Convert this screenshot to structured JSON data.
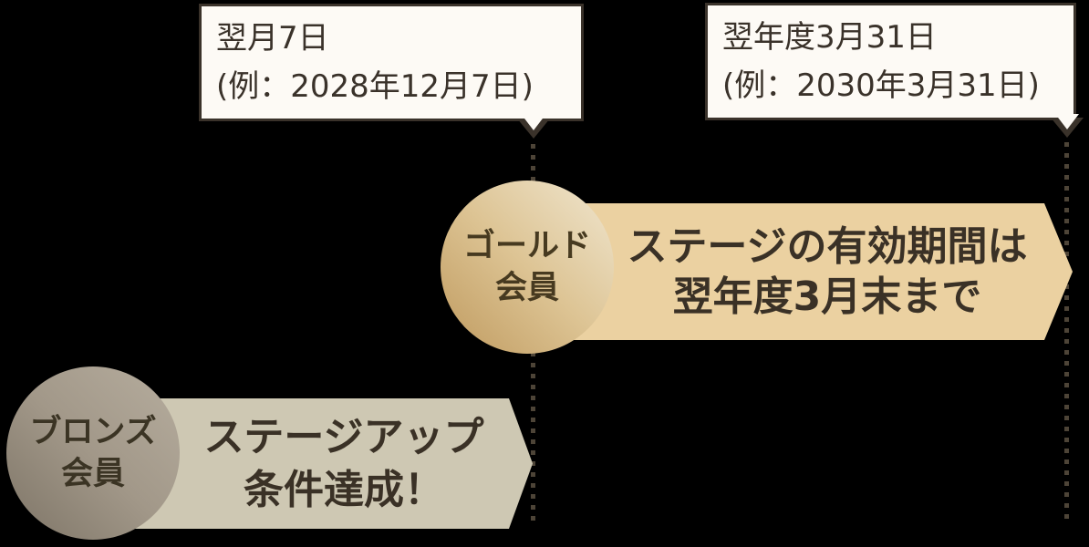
{
  "palette": {
    "background": "#000000",
    "callout_bg": "#fdfaf5",
    "callout_border": "#3a322a",
    "dotted_line": "#4d4437",
    "gold_banner_bg": "#ebd1a1",
    "gold_circle_light": "#f0e6cf",
    "gold_circle_dark": "#bf9a5f",
    "bronze_banner_bg": "#cec8b3",
    "bronze_circle_light": "#b6ad9e",
    "bronze_circle_dark": "#7d7466",
    "dark_text": "#3a3126"
  },
  "callouts": {
    "stage_up_date": {
      "line1": "翌月7日",
      "line2": "(例：2028年12月7日)"
    },
    "expiry_date": {
      "line1": "翌年度3月31日",
      "line2": "(例：2030年3月31日)"
    }
  },
  "gold": {
    "badge_line1": "ゴールド",
    "badge_line2": "会員",
    "banner_line1": "ステージの有効期間は",
    "banner_line2": "翌年度3月末まで"
  },
  "bronze": {
    "badge_line1": "ブロンズ",
    "badge_line2": "会員",
    "banner_line1": "ステージアップ",
    "banner_line2": "条件達成！"
  }
}
